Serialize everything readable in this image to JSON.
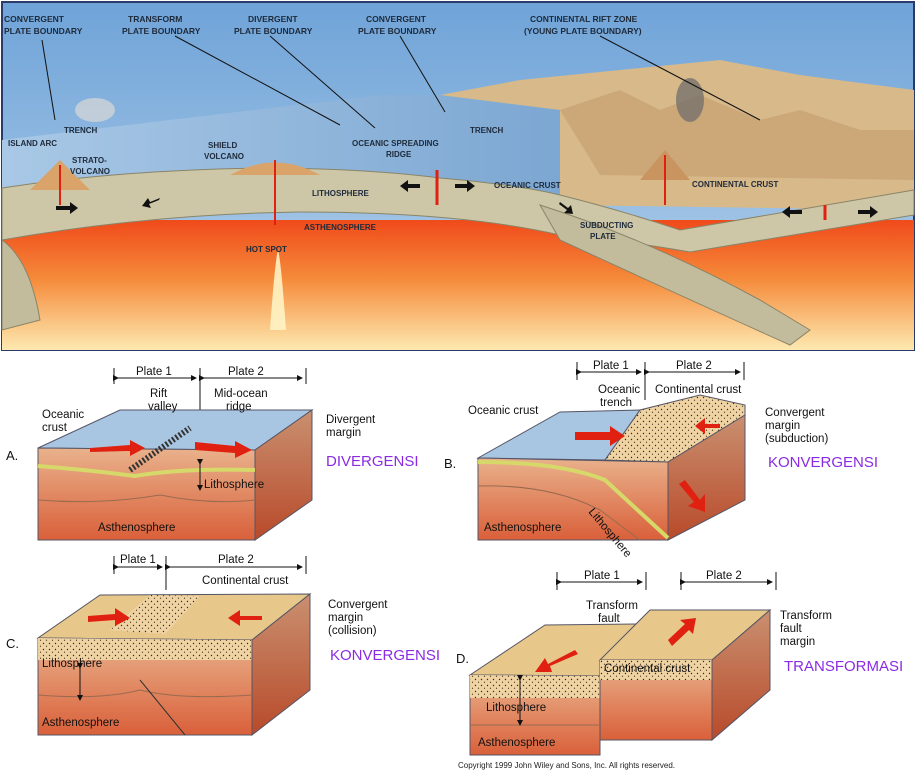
{
  "top_panel": {
    "labels": {
      "convergent_1": [
        "CONVERGENT",
        "PLATE BOUNDARY"
      ],
      "transform": [
        "TRANSFORM",
        "PLATE BOUNDARY"
      ],
      "divergent": [
        "DIVERGENT",
        "PLATE BOUNDARY"
      ],
      "convergent_2": [
        "CONVERGENT",
        "PLATE BOUNDARY"
      ],
      "rift_zone": [
        "CONTINENTAL RIFT ZONE",
        "(YOUNG PLATE BOUNDARY)"
      ],
      "trench_left": "TRENCH",
      "island_arc": "ISLAND ARC",
      "strato_volcano": [
        "STRATO-",
        "VOLCANO"
      ],
      "shield_volcano": [
        "SHIELD",
        "VOLCANO"
      ],
      "ridge": [
        "OCEANIC SPREADING",
        "RIDGE"
      ],
      "trench_right": "TRENCH",
      "lithosphere": "LITHOSPHERE",
      "oceanic_crust": "OCEANIC CRUST",
      "continental_crust": "CONTINENTAL CRUST",
      "asthenosphere": "ASTHENOSPHERE",
      "hot_spot": "HOT SPOT",
      "subducting_plate": [
        "SUBDUCTING",
        "PLATE"
      ]
    }
  },
  "panels": {
    "a": {
      "letter": "A.",
      "plate1": "Plate 1",
      "plate2": "Plate 2",
      "rift_valley": [
        "Rift",
        "valley"
      ],
      "mid_ocean_ridge": [
        "Mid-ocean",
        "ridge"
      ],
      "oceanic_crust": [
        "Oceanic",
        "crust"
      ],
      "lithosphere": "Lithosphere",
      "asthenosphere": "Asthenosphere",
      "margin": [
        "Divergent",
        "margin"
      ],
      "keyword": "DIVERGENSI"
    },
    "b": {
      "letter": "B.",
      "plate1": "Plate 1",
      "plate2": "Plate 2",
      "oceanic_crust": "Oceanic crust",
      "oceanic_trench": [
        "Oceanic",
        "trench"
      ],
      "continental_crust": "Continental crust",
      "lithosphere": "Lithosphere",
      "asthenosphere": "Asthenosphere",
      "margin": [
        "Convergent",
        "margin",
        "(subduction)"
      ],
      "keyword": "KONVERGENSI"
    },
    "c": {
      "letter": "C.",
      "plate1": "Plate 1",
      "plate2": "Plate 2",
      "continental_crust": "Continental crust",
      "lithosphere": "Lithosphere",
      "asthenosphere": "Asthenosphere",
      "margin": [
        "Convergent",
        "margin",
        "(collision)"
      ],
      "keyword": "KONVERGENSI"
    },
    "d": {
      "letter": "D.",
      "plate1": "Plate 1",
      "plate2": "Plate 2",
      "transform_fault": [
        "Transform",
        "fault"
      ],
      "continental_crust": "Continental crust",
      "lithosphere": "Lithosphere",
      "asthenosphere": "Asthenosphere",
      "margin": [
        "Transform",
        "fault",
        "margin"
      ],
      "keyword": "TRANSFORMASI"
    }
  },
  "copyright": "Copyright 1999 John Wiley and Sons, Inc. All rights reserved.",
  "colors": {
    "keyword": "#8a2be2",
    "ocean": "#8fb6da",
    "lithosphere": "#c9c3a4",
    "asthenosphere": "#f06a2a",
    "crust": "#e8c88a",
    "arrow": "#e02010"
  }
}
